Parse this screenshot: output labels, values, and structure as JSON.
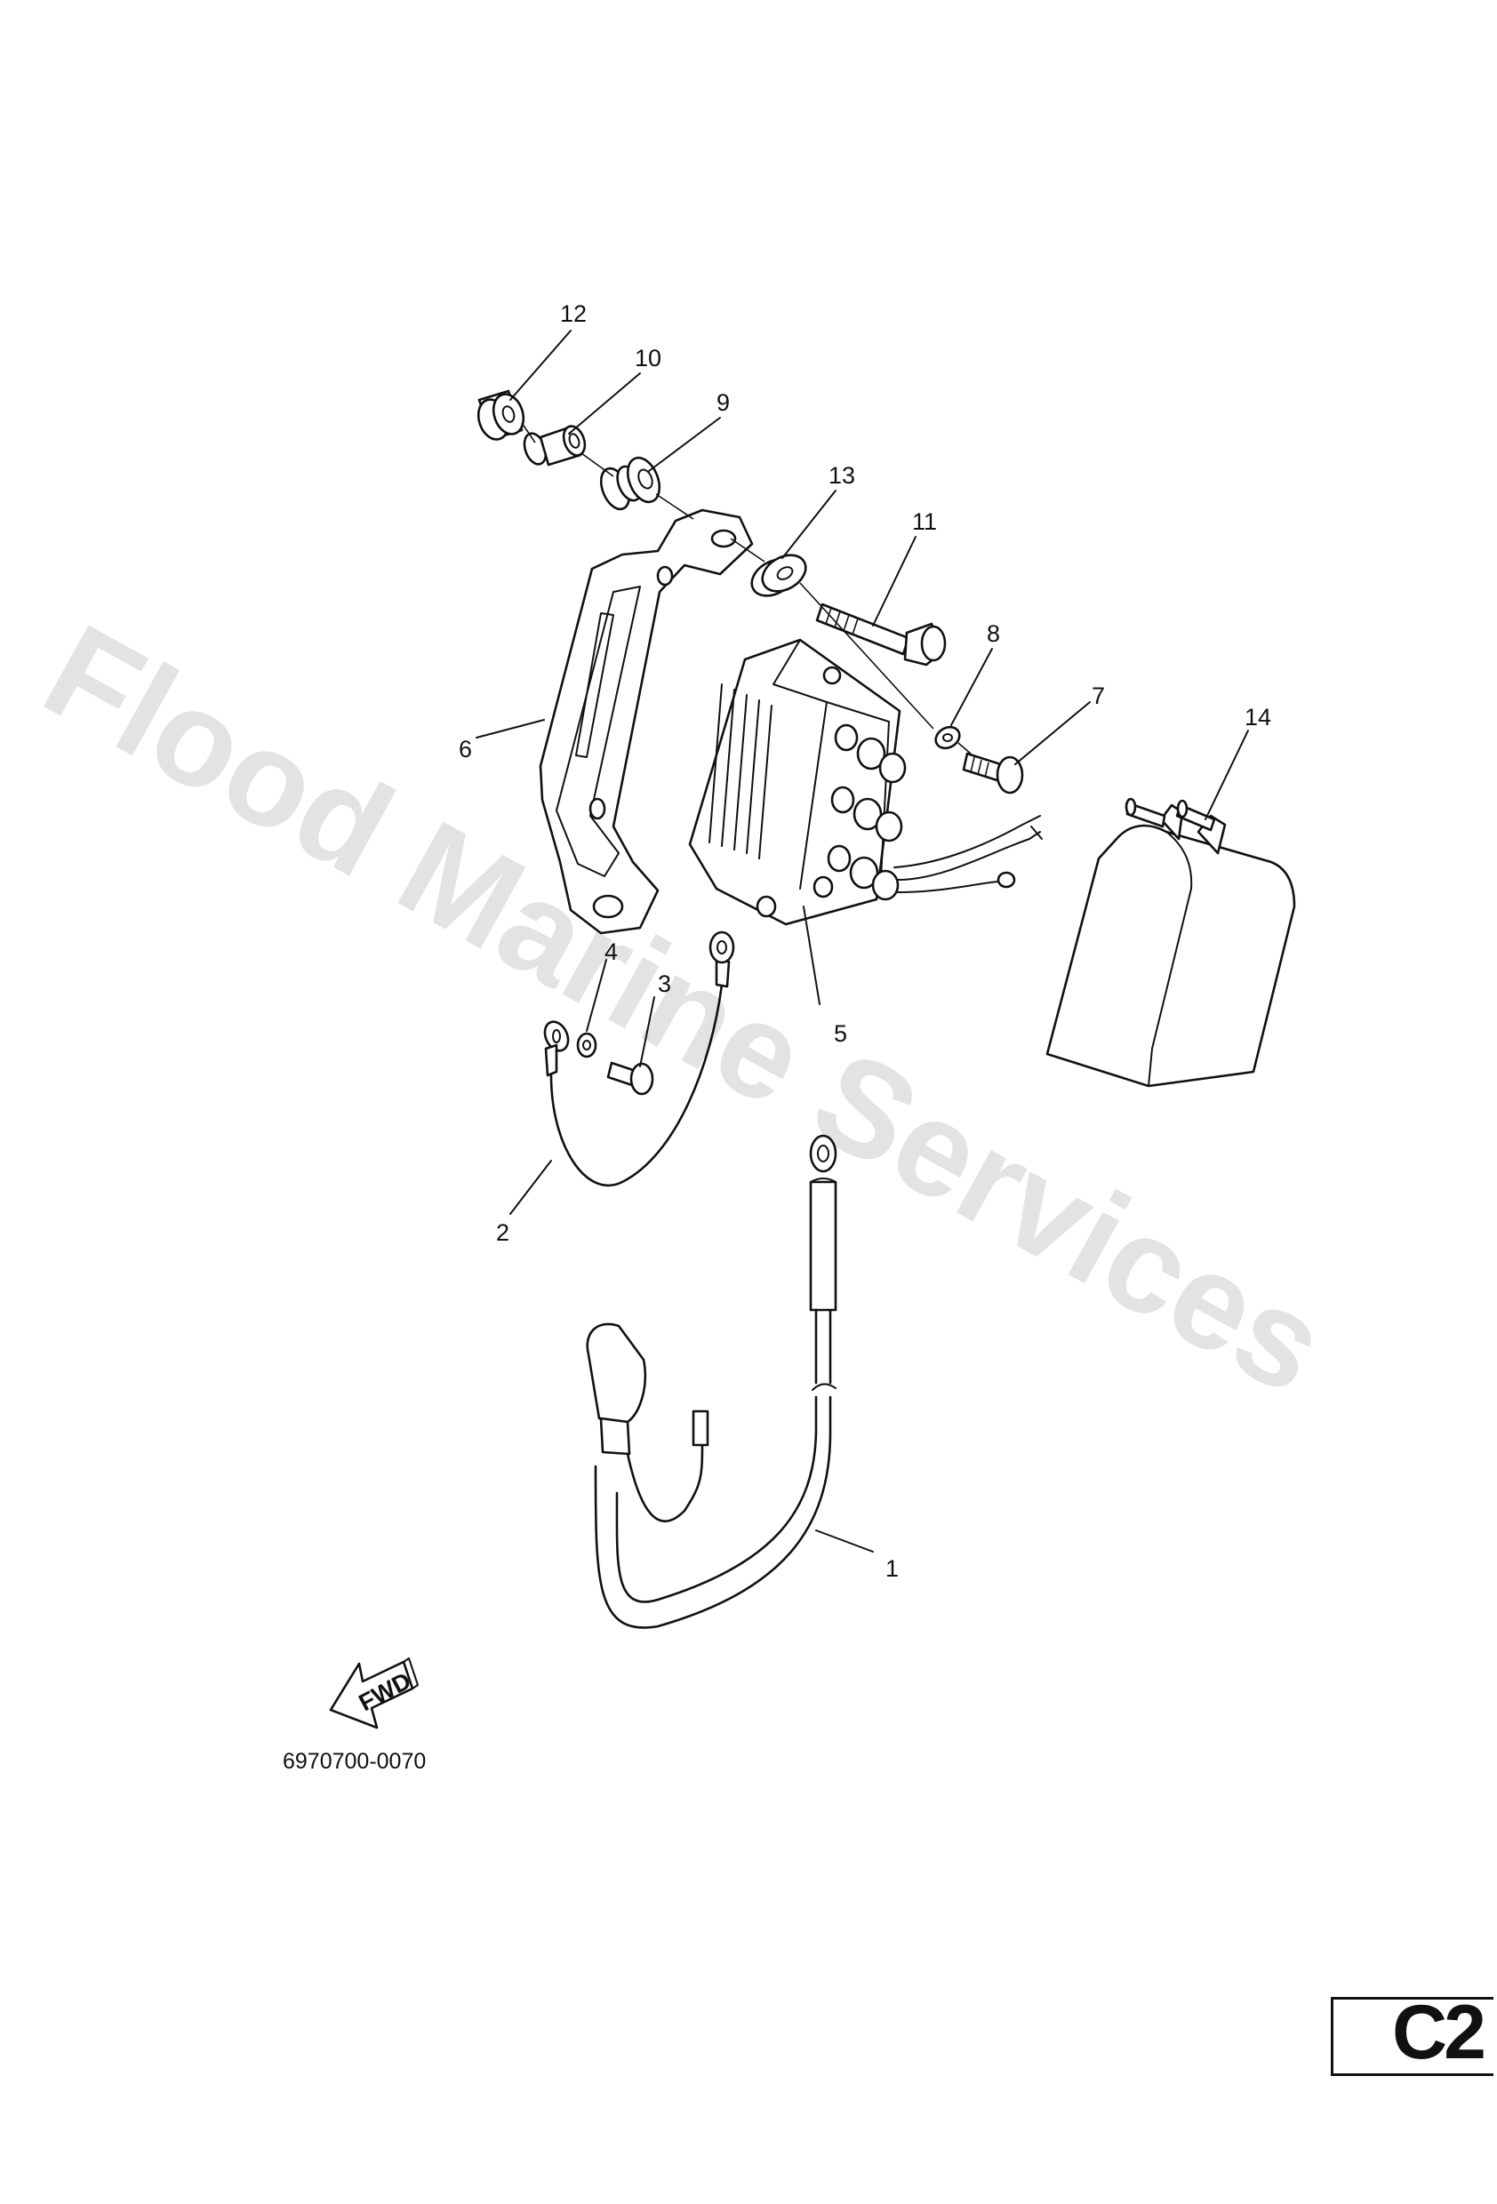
{
  "watermark": "Flood Marine Services",
  "part_labels": {
    "p1": "1",
    "p2": "2",
    "p3": "3",
    "p4": "4",
    "p5": "5",
    "p6": "6",
    "p7": "7",
    "p8": "8",
    "p9": "9",
    "p10": "10",
    "p11": "11",
    "p12": "12",
    "p13": "13",
    "p14": "14"
  },
  "direction_arrow_text": "FWD",
  "diagram_code": "6970700-0070",
  "page_tag": "C2"
}
